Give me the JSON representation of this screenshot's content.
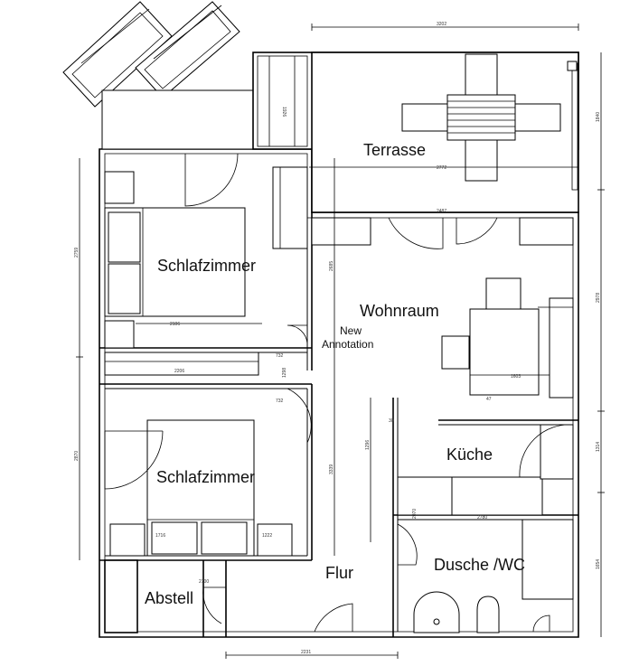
{
  "rooms": {
    "terrasse": "Terrasse",
    "schlafzimmer_1": "Schlafzimmer",
    "schlafzimmer_2": "Schlafzimmer",
    "wohnraum": "Wohnraum",
    "kueche": "Küche",
    "flur": "Flur",
    "dusche_wc": "Dusche /WC",
    "abstell": "Abstell"
  },
  "annotation": {
    "line1": "New",
    "line2": "Annotation"
  },
  "dimensions": {
    "top": "3202",
    "bottom": "2231",
    "terrace_width": "2772",
    "terrace_height": "1926",
    "wohnraum_top": "2487",
    "right_terrace": "1840",
    "right_living": "2978",
    "right_kitchen": "1314",
    "right_bath": "1654",
    "left_upper": "2759",
    "left_lower": "2870",
    "bed1_width": "2106",
    "corridor_1": "2206",
    "corridor_2": "732",
    "corridor_3": "732",
    "corridor_4": "1298",
    "flur_height": "2685",
    "flur_lower": "3339",
    "wohn_table": "1603",
    "kitchen_h": "1296",
    "kitchen_wall": "2780",
    "bath_h": "2070",
    "bed2_left": "1716",
    "bed2_right": "1222",
    "abstell_w": "2700",
    "small_1": "30",
    "small_2": "47"
  },
  "colors": {
    "line": "#000000",
    "fill": "#ffffff",
    "text": "#111111"
  }
}
